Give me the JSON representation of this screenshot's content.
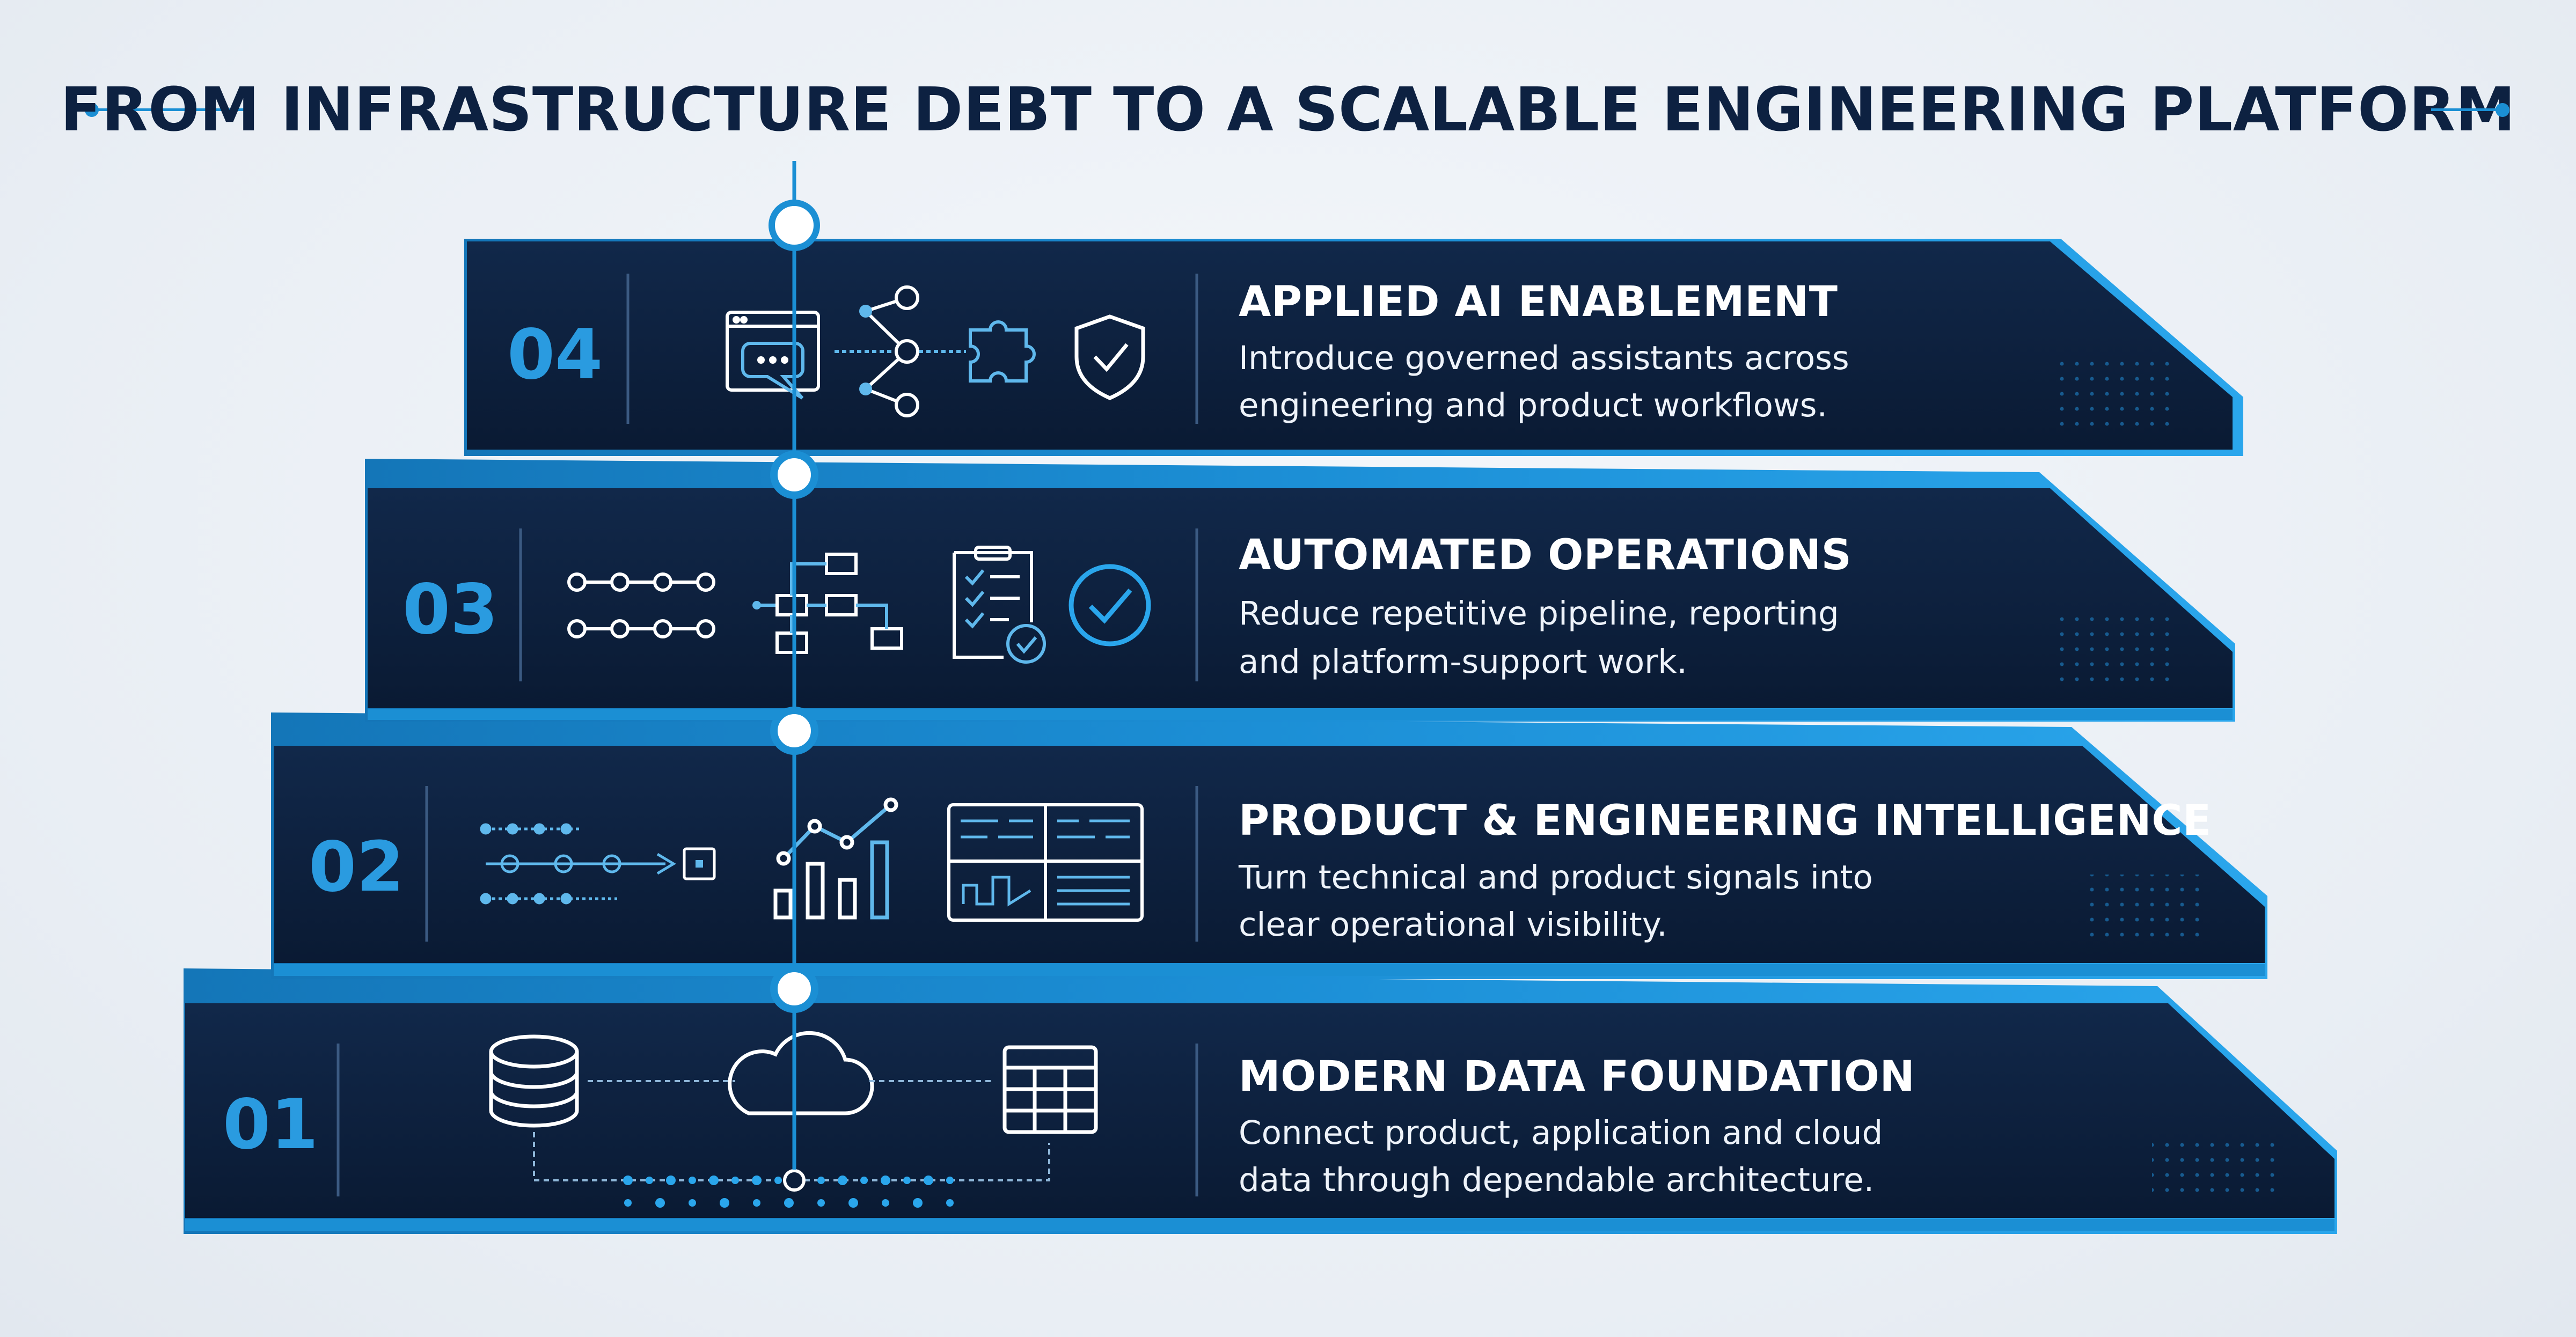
{
  "title": "FROM INFRASTRUCTURE DEBT TO A SCALABLE ENGINEERING PLATFORM",
  "colors": {
    "background": "#eaeff5",
    "title_text": "#0d2141",
    "accent_blue": "#1b8fd4",
    "panel_navy": "#0c1f3c",
    "step_number": "#2a9be0",
    "heading_text": "#ffffff"
  },
  "steps": [
    {
      "number": "04",
      "heading": "APPLIED AI ENABLEMENT",
      "description_line1": "Introduce governed assistants across",
      "description_line2": "engineering and product workflows.",
      "icons": [
        "chat-window-icon",
        "node-network-icon",
        "puzzle-piece-icon",
        "shield-check-icon"
      ]
    },
    {
      "number": "03",
      "heading": "AUTOMATED OPERATIONS",
      "description_line1": "Reduce repetitive pipeline, reporting",
      "description_line2": "and platform-support work.",
      "icons": [
        "pipeline-chain-icon",
        "flowchart-icon",
        "checklist-icon",
        "check-circle-icon"
      ]
    },
    {
      "number": "02",
      "heading": "PRODUCT & ENGINEERING INTELLIGENCE",
      "description_line1": "Turn technical and product signals into",
      "description_line2": "clear operational visibility.",
      "icons": [
        "signal-flow-icon",
        "bar-trend-chart-icon",
        "dashboard-grid-icon"
      ]
    },
    {
      "number": "01",
      "heading": "MODERN DATA FOUNDATION",
      "description_line1": "Connect product, application and cloud",
      "description_line2": "data through dependable architecture.",
      "icons": [
        "database-icon",
        "cloud-icon",
        "table-grid-icon",
        "data-dots-icon"
      ]
    }
  ]
}
